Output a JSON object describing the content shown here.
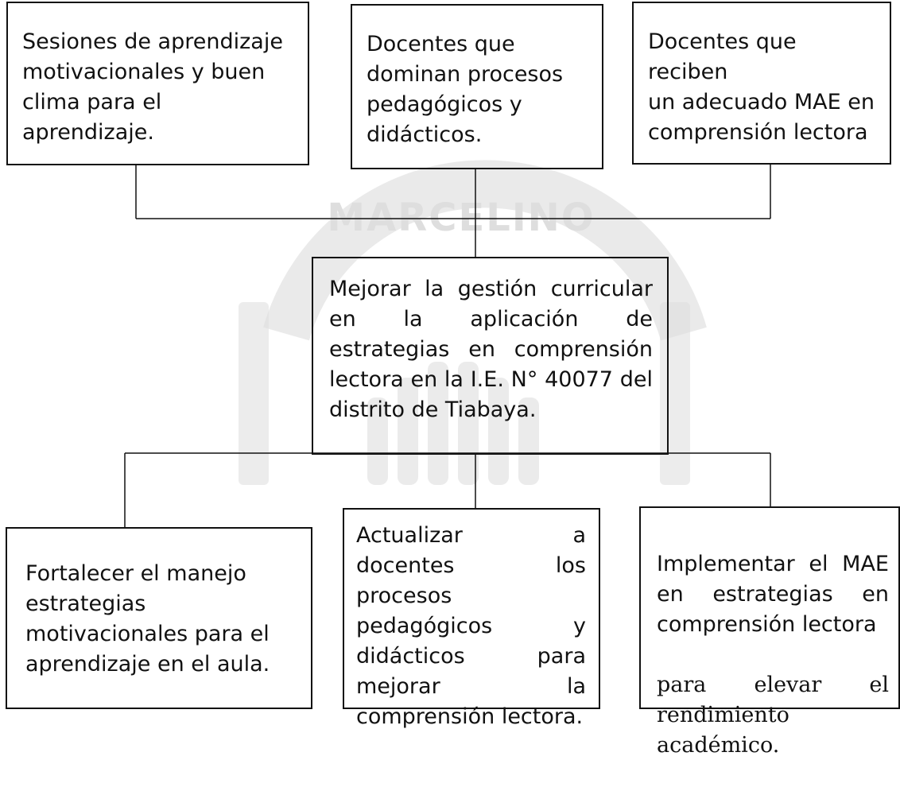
{
  "watermark": {
    "text": "MARCELINO",
    "color": "#d9d9d9"
  },
  "diagram": {
    "top_boxes": [
      {
        "text": "Sesiones de aprendizaje\nmotivacionales y buen\nclima para el aprendizaje."
      },
      {
        "text": "Docentes que\ndominan procesos\npedagógicos y\ndidácticos."
      },
      {
        "text": "Docentes que reciben\nun adecuado MAE en\ncomprensión lectora"
      }
    ],
    "center_box": {
      "text": "Mejorar la gestión curricular en la aplicación de estrategias en comprensión lectora en la I.E. N° 40077 del distrito de Tiabaya."
    },
    "bottom_boxes": [
      {
        "text": "Fortalecer el manejo\nestrategias\nmotivacionales para el\naprendizaje en el aula."
      },
      {
        "text": " Actualizar a docentes los procesos pedagógicos y didácticos para mejorar la comprensión lectora."
      },
      {
        "text_sans": "Implementar el MAE en estrategias en comprensión lectora",
        "text_serif": "para elevar el rendimiento académico."
      }
    ],
    "line_color": "#111111"
  }
}
